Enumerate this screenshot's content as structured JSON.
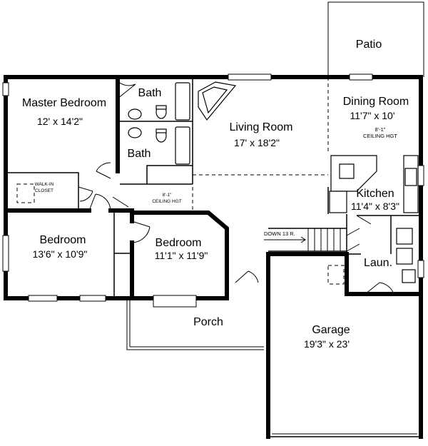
{
  "rooms": {
    "patio": {
      "name": "Patio"
    },
    "master_bedroom": {
      "name": "Master Bedroom",
      "dims": "12' x 14'2\""
    },
    "bath_1": {
      "name": "Bath"
    },
    "bath_2": {
      "name": "Bath"
    },
    "living_room": {
      "name": "Living Room",
      "dims": "17' x 18'2\""
    },
    "dining_room": {
      "name": "Dining Room",
      "dims": "11'7\" x 10'",
      "note_line1": "8'-1\"",
      "note_line2": "CEILING HGT"
    },
    "walk_in_closet": {
      "line1": "WALK-IN",
      "line2": "CLOSET"
    },
    "hall": {
      "note_line1": "8'-1\"",
      "note_line2": "CEILING HGT"
    },
    "kitchen": {
      "name": "Kitchen",
      "dims": "11'4\" x 8'3\""
    },
    "bedroom_1": {
      "name": "Bedroom",
      "dims": "13'6\" x 10'9\""
    },
    "bedroom_2": {
      "name": "Bedroom",
      "dims": "11'1\" x 11'9\""
    },
    "laundry": {
      "name": "Laun."
    },
    "porch": {
      "name": "Porch"
    },
    "garage": {
      "name": "Garage",
      "dims": "19'3\" x 23'"
    }
  },
  "stairs": {
    "label": "DOWN 13 R."
  }
}
